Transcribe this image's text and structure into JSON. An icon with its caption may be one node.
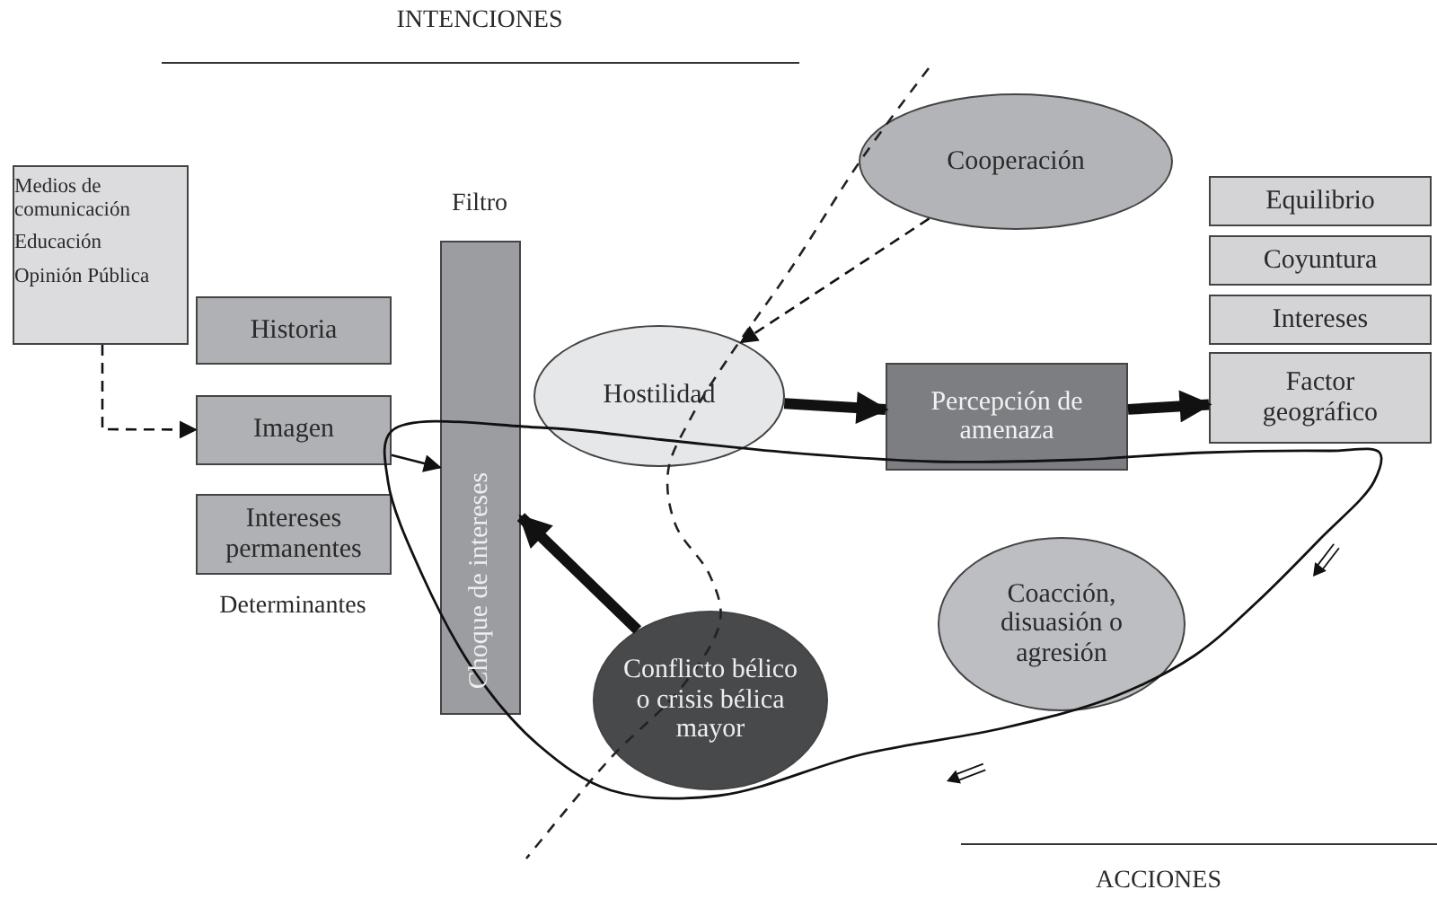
{
  "diagram": {
    "nodes": [
      {
        "text": [
          "Medios de comunicación",
          "Educación",
          "Opinión Pública"
        ]
      },
      {
        "text": [
          "Historia"
        ]
      },
      {
        "text": [
          "Imagen"
        ]
      },
      {
        "text": [
          "Intereses permanentes"
        ]
      },
      {
        "text": [
          "Choque de intereses"
        ]
      },
      {
        "text": [
          "Cooperación"
        ]
      },
      {
        "text": [
          "Hostilidad"
        ]
      },
      {
        "text": [
          "Percepción de amenaza"
        ]
      },
      {
        "text": [
          "Equilibrio"
        ]
      },
      {
        "text": [
          "Coyuntura"
        ]
      },
      {
        "text": [
          "Intereses"
        ]
      },
      {
        "text": [
          "Factor geográfico"
        ]
      },
      {
        "text": [
          "Coacción, disuasión o agresión"
        ]
      },
      {
        "text": [
          "Conflicto bélico o crisis bélica mayor"
        ]
      }
    ],
    "edges": [
      {
        "from": 0,
        "to": 2,
        "arrow": "to",
        "style": "dashed"
      },
      {
        "from": 2,
        "to": 4,
        "arrow": "to"
      },
      {
        "from": 5,
        "to": 6,
        "arrow": "to",
        "style": "dashed"
      },
      {
        "from": 6,
        "to": 7,
        "arrow": "to",
        "style": "thick"
      },
      {
        "from": 7,
        "to": 11,
        "arrow": "to",
        "style": "thick"
      },
      {
        "from": 13,
        "to": 4,
        "arrow": "to",
        "style": "thick"
      }
    ],
    "labels": [
      "INTENCIONES",
      "Filtro",
      "Determinantes",
      "ACCIONES"
    ]
  }
}
